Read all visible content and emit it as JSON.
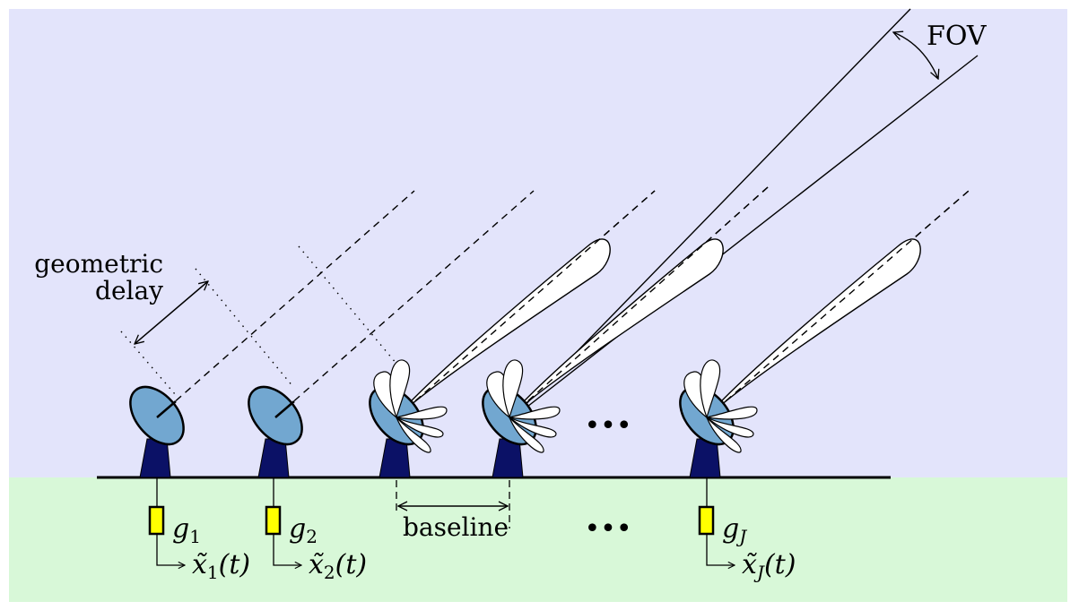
{
  "colors": {
    "sky": "#e3e4fb",
    "ground": "#d8f8d8",
    "dish": "#72a7d0",
    "tower": "#0b1166",
    "gain_box": "#ffff00",
    "lobe_fill": "#ffffff"
  },
  "labels": {
    "fov": "FOV",
    "geometric_delay_line1": "geometric",
    "geometric_delay_line2": "delay",
    "baseline": "baseline",
    "ellipsis": "•••"
  },
  "antennas": [
    {
      "gain": "g",
      "gain_sub": "1",
      "signal": "x̃",
      "signal_sub": "1",
      "signal_arg": "(t)"
    },
    {
      "gain": "g",
      "gain_sub": "2",
      "signal": "x̃",
      "signal_sub": "2",
      "signal_arg": "(t)"
    },
    {
      "gain": "g",
      "gain_sub": "J",
      "signal": "x̃",
      "signal_sub": "J",
      "signal_arg": "(t)"
    }
  ],
  "icons": {
    "dish": "radio-dish-icon",
    "gain": "gain-box-icon"
  }
}
